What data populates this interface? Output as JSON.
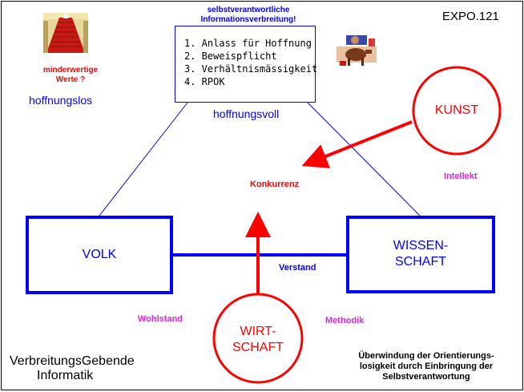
{
  "colors": {
    "blue": "#0000ff",
    "red": "#ff0000",
    "magenta": "#e020e0",
    "black": "#000000"
  },
  "header": {
    "top_note_line1": "selbstverantwortliche",
    "top_note_line2": "Informationsverbreitung!",
    "expo_label": "EXPO.121"
  },
  "list_box": {
    "items": [
      "1. Anlass für Hoffnung",
      "2. Beweispflicht",
      "3. Verhältnismässigkeit",
      "4. RPOK"
    ]
  },
  "left_side": {
    "picture_icon": "red-staircase-picture",
    "note_line1": "minderwertige",
    "note_line2": "Werte ?",
    "hopeless": "hoffnungslos"
  },
  "right_side": {
    "picture_icon": "horse-rider-picture"
  },
  "hopeful": "hoffnungsvoll",
  "nodes": {
    "volk": "VOLK",
    "wissenschaft_line1": "WISSEN-",
    "wissenschaft_line2": "SCHAFT",
    "kunst": "KUNST",
    "wirtschaft_line1": "WIRT-",
    "wirtschaft_line2": "SCHAFT"
  },
  "labels": {
    "konkurrenz": "Konkurrenz",
    "intellekt": "Intellekt",
    "verstand": "Verstand",
    "wohlstand": "Wohlstand",
    "methodik": "Methodik"
  },
  "footer_left": {
    "line1": "VerbreitungsGebende",
    "line2": "Informatik"
  },
  "footer_right": {
    "line1": "Überwindung der Orientierungs-",
    "line2": "losigkeit durch Einbringung der",
    "line3": "Selbstverantwortung"
  }
}
